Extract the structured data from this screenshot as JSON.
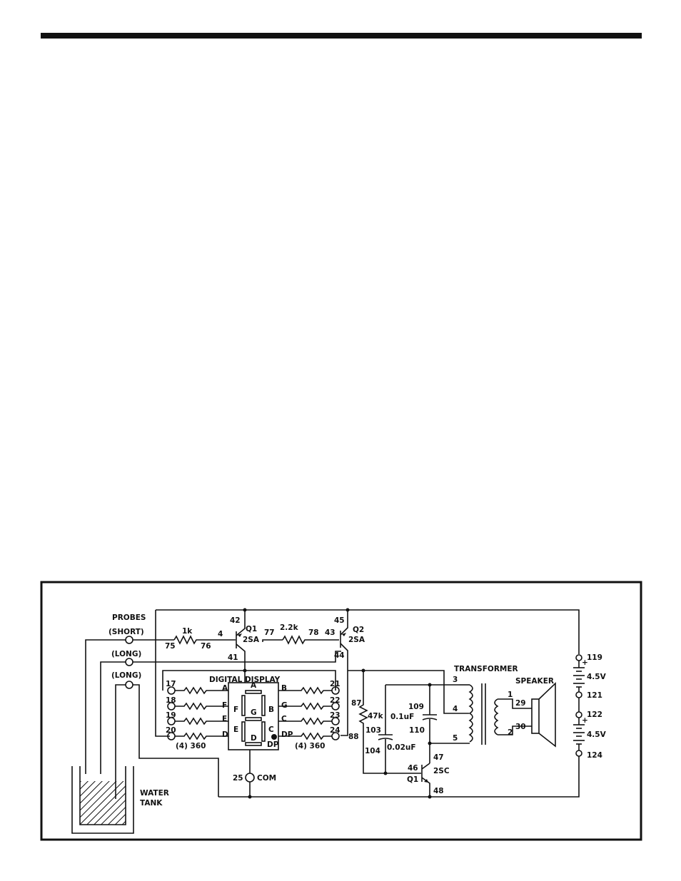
{
  "labels": {
    "probes": "PROBES",
    "probe_short": "(SHORT)",
    "probe_long_1": "(LONG)",
    "probe_long_2": "(LONG)",
    "r1": "1k",
    "r2": "2.2k",
    "q1_top": "Q1",
    "q1_type": "2SA",
    "q2": "Q2",
    "q2_type": "2SA",
    "display": "DIGITAL DISPLAY",
    "res_left": "(4) 360",
    "res_right": "(4) 360",
    "com": "COM",
    "transformer": "TRANSFORMER",
    "speaker": "SPEAKER",
    "r47k": "47k",
    "cap1": "0.1uF",
    "cap2": "0.02uF",
    "q1_bottom": "Q1",
    "q3_type": "2SC",
    "water": "WATER",
    "tank": "TANK",
    "batt1": "4.5V",
    "batt2": "4.5V",
    "plus1": "+",
    "plus2": "+",
    "seg_a": "A",
    "seg_b": "B",
    "seg_c": "C",
    "seg_d": "D",
    "seg_e": "E",
    "seg_f": "F",
    "seg_g": "G",
    "seg_dp": "DP",
    "pin_a": "A",
    "pin_f1": "F",
    "pin_e": "E",
    "pin_d": "D",
    "pin_b": "B",
    "pin_g": "G",
    "pin_c": "C",
    "pin_dp": "DP"
  },
  "nodes": {
    "n42": "42",
    "n4": "4",
    "n41": "41",
    "n75": "75",
    "n76": "76",
    "n77": "77",
    "n78": "78",
    "n43": "43",
    "n45": "45",
    "n44": "44",
    "n17": "17",
    "n18": "18",
    "n19": "19",
    "n20": "20",
    "n21": "21",
    "n22": "22",
    "n23": "23",
    "n24": "24",
    "n25": "25",
    "n87": "87",
    "n88": "88",
    "n103": "103",
    "n104": "104",
    "n109": "109",
    "n110": "110",
    "n47": "47",
    "n46": "46",
    "n48": "48",
    "t3": "3",
    "t4": "4",
    "t5": "5",
    "t1": "1",
    "t2": "2",
    "n29": "29",
    "n30": "30",
    "n119": "119",
    "n121": "121",
    "n122": "122",
    "n124": "124"
  }
}
